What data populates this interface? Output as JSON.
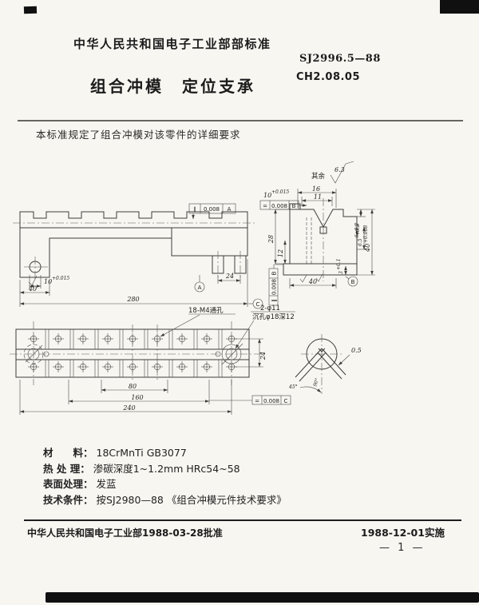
{
  "header": {
    "org_line": "中华人民共和国电子工业部部标准",
    "std_no": "SJ2996.5—88",
    "class_no": "CH2.08.05",
    "title": "组合冲模　定位支承"
  },
  "scope": "本标准规定了组合冲模对该零件的详细要求",
  "drawing": {
    "surface_note": "其余",
    "surface_rough": "6.3",
    "front": {
      "frame": {
        "sym": "∥",
        "val": "0.008",
        "datum": "A"
      },
      "hole": {
        "base": "10",
        "tol": "+0.015"
      },
      "dim_40": "40",
      "dim_280": "280",
      "dim_24": "24",
      "datum_a": "A",
      "datum_c": "C"
    },
    "side": {
      "dim_16": "16",
      "dim_11": "11",
      "hole": {
        "base": "10",
        "tol": "+0.015"
      },
      "frame_top": {
        "sym": "=",
        "val": "0.008",
        "datum": "B"
      },
      "dim_28": "28",
      "dim_12": "12",
      "dim_6": "6±0.2",
      "dim_65": {
        "base": "6.5",
        "tol": "+0.3"
      },
      "dim_40tol": {
        "base": "40",
        "tol": "+0.008"
      },
      "dim_40": "40",
      "dim_3": {
        "base": "3",
        "tol": "+0.1"
      },
      "frame_left": {
        "sym": "∥",
        "val": "0.008",
        "datum": "B"
      },
      "datum_b": "B"
    },
    "plan": {
      "label_m4": "18-M4通孔",
      "label_phi11": "2-φ11",
      "label_cbore": "沉孔φ18深12",
      "dim_24": "24",
      "dim_80": "80",
      "dim_160": "160",
      "dim_240": "240",
      "frame": {
        "sym": "=",
        "val": "0.008",
        "datum": "C"
      }
    },
    "detail": {
      "dim_05": "0.5",
      "ang_45": "45°",
      "ang_90": "90°"
    }
  },
  "specs": [
    {
      "label": "材　　料：",
      "value": "18CrMnTi GB3077"
    },
    {
      "label": "热 处 理：",
      "value": "渗碳深度1~1.2mm  HRc54~58"
    },
    {
      "label": "表面处理：",
      "value": "发蓝"
    },
    {
      "label": "技术条件：",
      "value": "按SJ2980—88 《组合冲模元件技术要求》"
    }
  ],
  "footer": {
    "approval": "中华人民共和国电子工业部1988-03-28批准",
    "implementation": "1988-12-01实施",
    "page_no": "— 1 —"
  }
}
